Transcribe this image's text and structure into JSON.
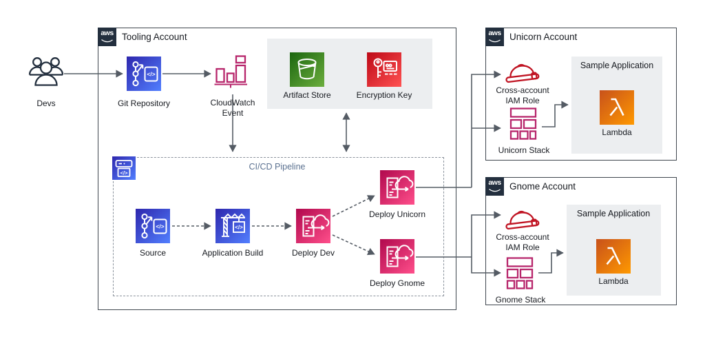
{
  "devs": {
    "label": "Devs"
  },
  "aws_logo_text": "aws",
  "tooling": {
    "title": "Tooling Account",
    "git_repository": "Git Repository",
    "cloudwatch_event": "CloudWatch Event",
    "artifact_store": "Artifact Store",
    "encryption_key": "Encryption Key",
    "pipeline": {
      "title": "CI/CD Pipeline",
      "source": "Source",
      "application_build": "Application Build",
      "deploy_dev": "Deploy Dev",
      "deploy_unicorn": "Deploy Unicorn",
      "deploy_gnome": "Deploy Gnome"
    }
  },
  "unicorn_account": {
    "title": "Unicorn Account",
    "iam_role": "Cross-account IAM Role",
    "stack": "Unicorn Stack",
    "sample_application": "Sample Application",
    "lambda": "Lambda"
  },
  "gnome_account": {
    "title": "Gnome Account",
    "iam_role": "Cross-account IAM Role",
    "stack": "Gnome Stack",
    "sample_application": "Sample Application",
    "lambda": "Lambda"
  },
  "icon_glyphs": {
    "code": "</>",
    "lambda": "λ"
  },
  "colors": {
    "dev_tools_blue_from": "#2E27AD",
    "dev_tools_blue_to": "#527FFF",
    "deploy_pink_from": "#B0084D",
    "deploy_pink_to": "#FF4F8B",
    "storage_green_from": "#1B660F",
    "storage_green_to": "#6CAE3E",
    "security_red_from": "#BD0816",
    "security_red_to": "#FF5252",
    "compute_orange_from": "#C8511B",
    "compute_orange_to": "#FF9900",
    "outline_pink": "#B7256B",
    "outline_red": "#C01423",
    "navy": "#232F3E",
    "arrow_gray": "#545B64",
    "pipeline_label_blue": "#5b7190"
  }
}
